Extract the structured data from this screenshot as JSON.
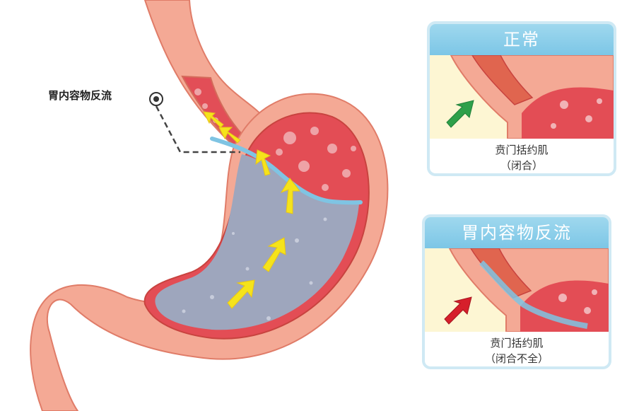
{
  "main_diagram": {
    "callout_label": "胃内容物反流"
  },
  "panels": [
    {
      "title": "正常",
      "caption_line1": "贲门括约肌",
      "caption_line2": "（闭合）",
      "arrow_color": "#2ea04a"
    },
    {
      "title": "胃内容物反流",
      "caption_line1": "贲门括约肌",
      "caption_line2": "（闭合不全）",
      "arrow_color": "#d61f2b"
    }
  ],
  "colors": {
    "stomach_wall": "#f4a995",
    "stomach_outline": "#e07c68",
    "gastric_lining": "#e34d55",
    "acid": "#9ea6bd",
    "acid_edge": "#7fc4e3",
    "reflux_arrow": "#f5e31b"
  }
}
